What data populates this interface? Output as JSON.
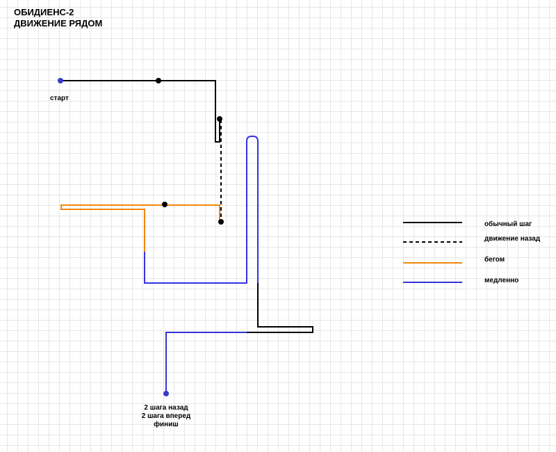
{
  "title": {
    "line1": "ОБИДИЕНС-2",
    "line2": "ДВИЖЕНИЕ РЯДОМ"
  },
  "labels": {
    "start": "старт",
    "finish_lines": [
      "2 шага назад",
      "2 шага вперед",
      "финиш"
    ]
  },
  "legend": [
    {
      "label": "обычный шаг",
      "color": "#000000",
      "style": "solid"
    },
    {
      "label": "движение назад",
      "color": "#000000",
      "style": "dashed"
    },
    {
      "label": "бегом",
      "color": "#f0870f",
      "style": "solid"
    },
    {
      "label": "медленно",
      "color": "#3333dd",
      "style": "solid"
    }
  ],
  "colors": {
    "normal": "#000000",
    "run": "#f0870f",
    "slow": "#3333dd",
    "marker": "#000000",
    "endpoint": "#3a3acc"
  }
}
